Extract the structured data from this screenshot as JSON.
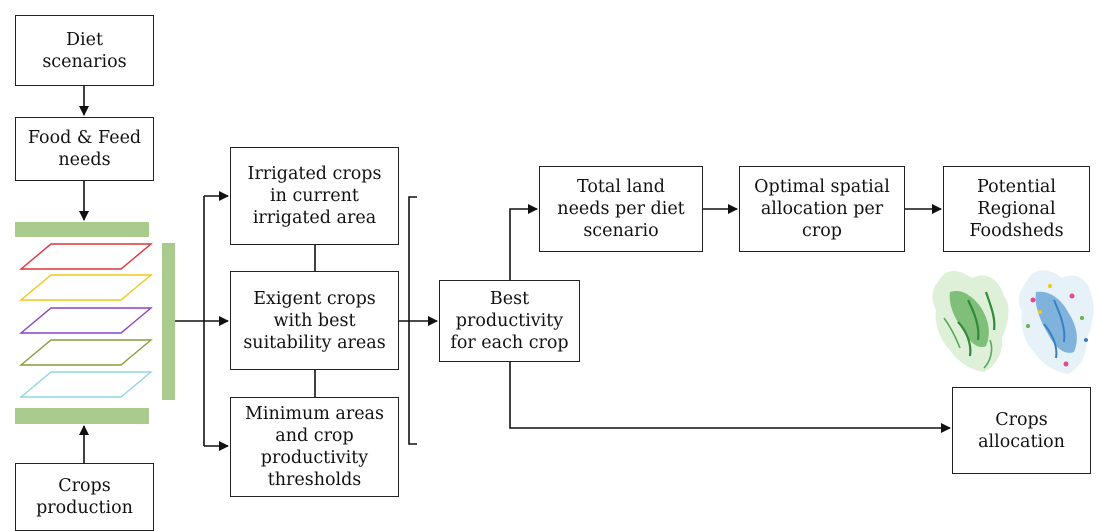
{
  "boxes": {
    "diet_scenarios": "Diet\nscenarios",
    "food_feed_needs": "Food & Feed\nneeds",
    "crops_production": "Crops\nproduction",
    "irrigated_crops": "Irrigated crops\nin current\nirrigated area",
    "exigent_crops": "Exigent crops\nwith best\nsuitability areas",
    "minimum_areas": "Minimum areas\nand crop\nproductivity\nthresholds",
    "best_productivity": "Best\nproductivity\nfor each crop",
    "total_land_needs": "Total land\nneeds per diet\nscenario",
    "optimal_allocation": "Optimal spatial\nallocation per\ncrop",
    "potential_foodsheds": "Potential\nRegional\nFoodsheds",
    "crops_allocation": "Crops\nallocation"
  },
  "colors": {
    "layer_bars": "#a9cc8e",
    "layer_1": "#e0323c",
    "layer_2": "#f0c818",
    "layer_3": "#8a44c4",
    "layer_4": "#8c9a3e",
    "layer_5": "#8fd6e6",
    "line": "#111111"
  }
}
